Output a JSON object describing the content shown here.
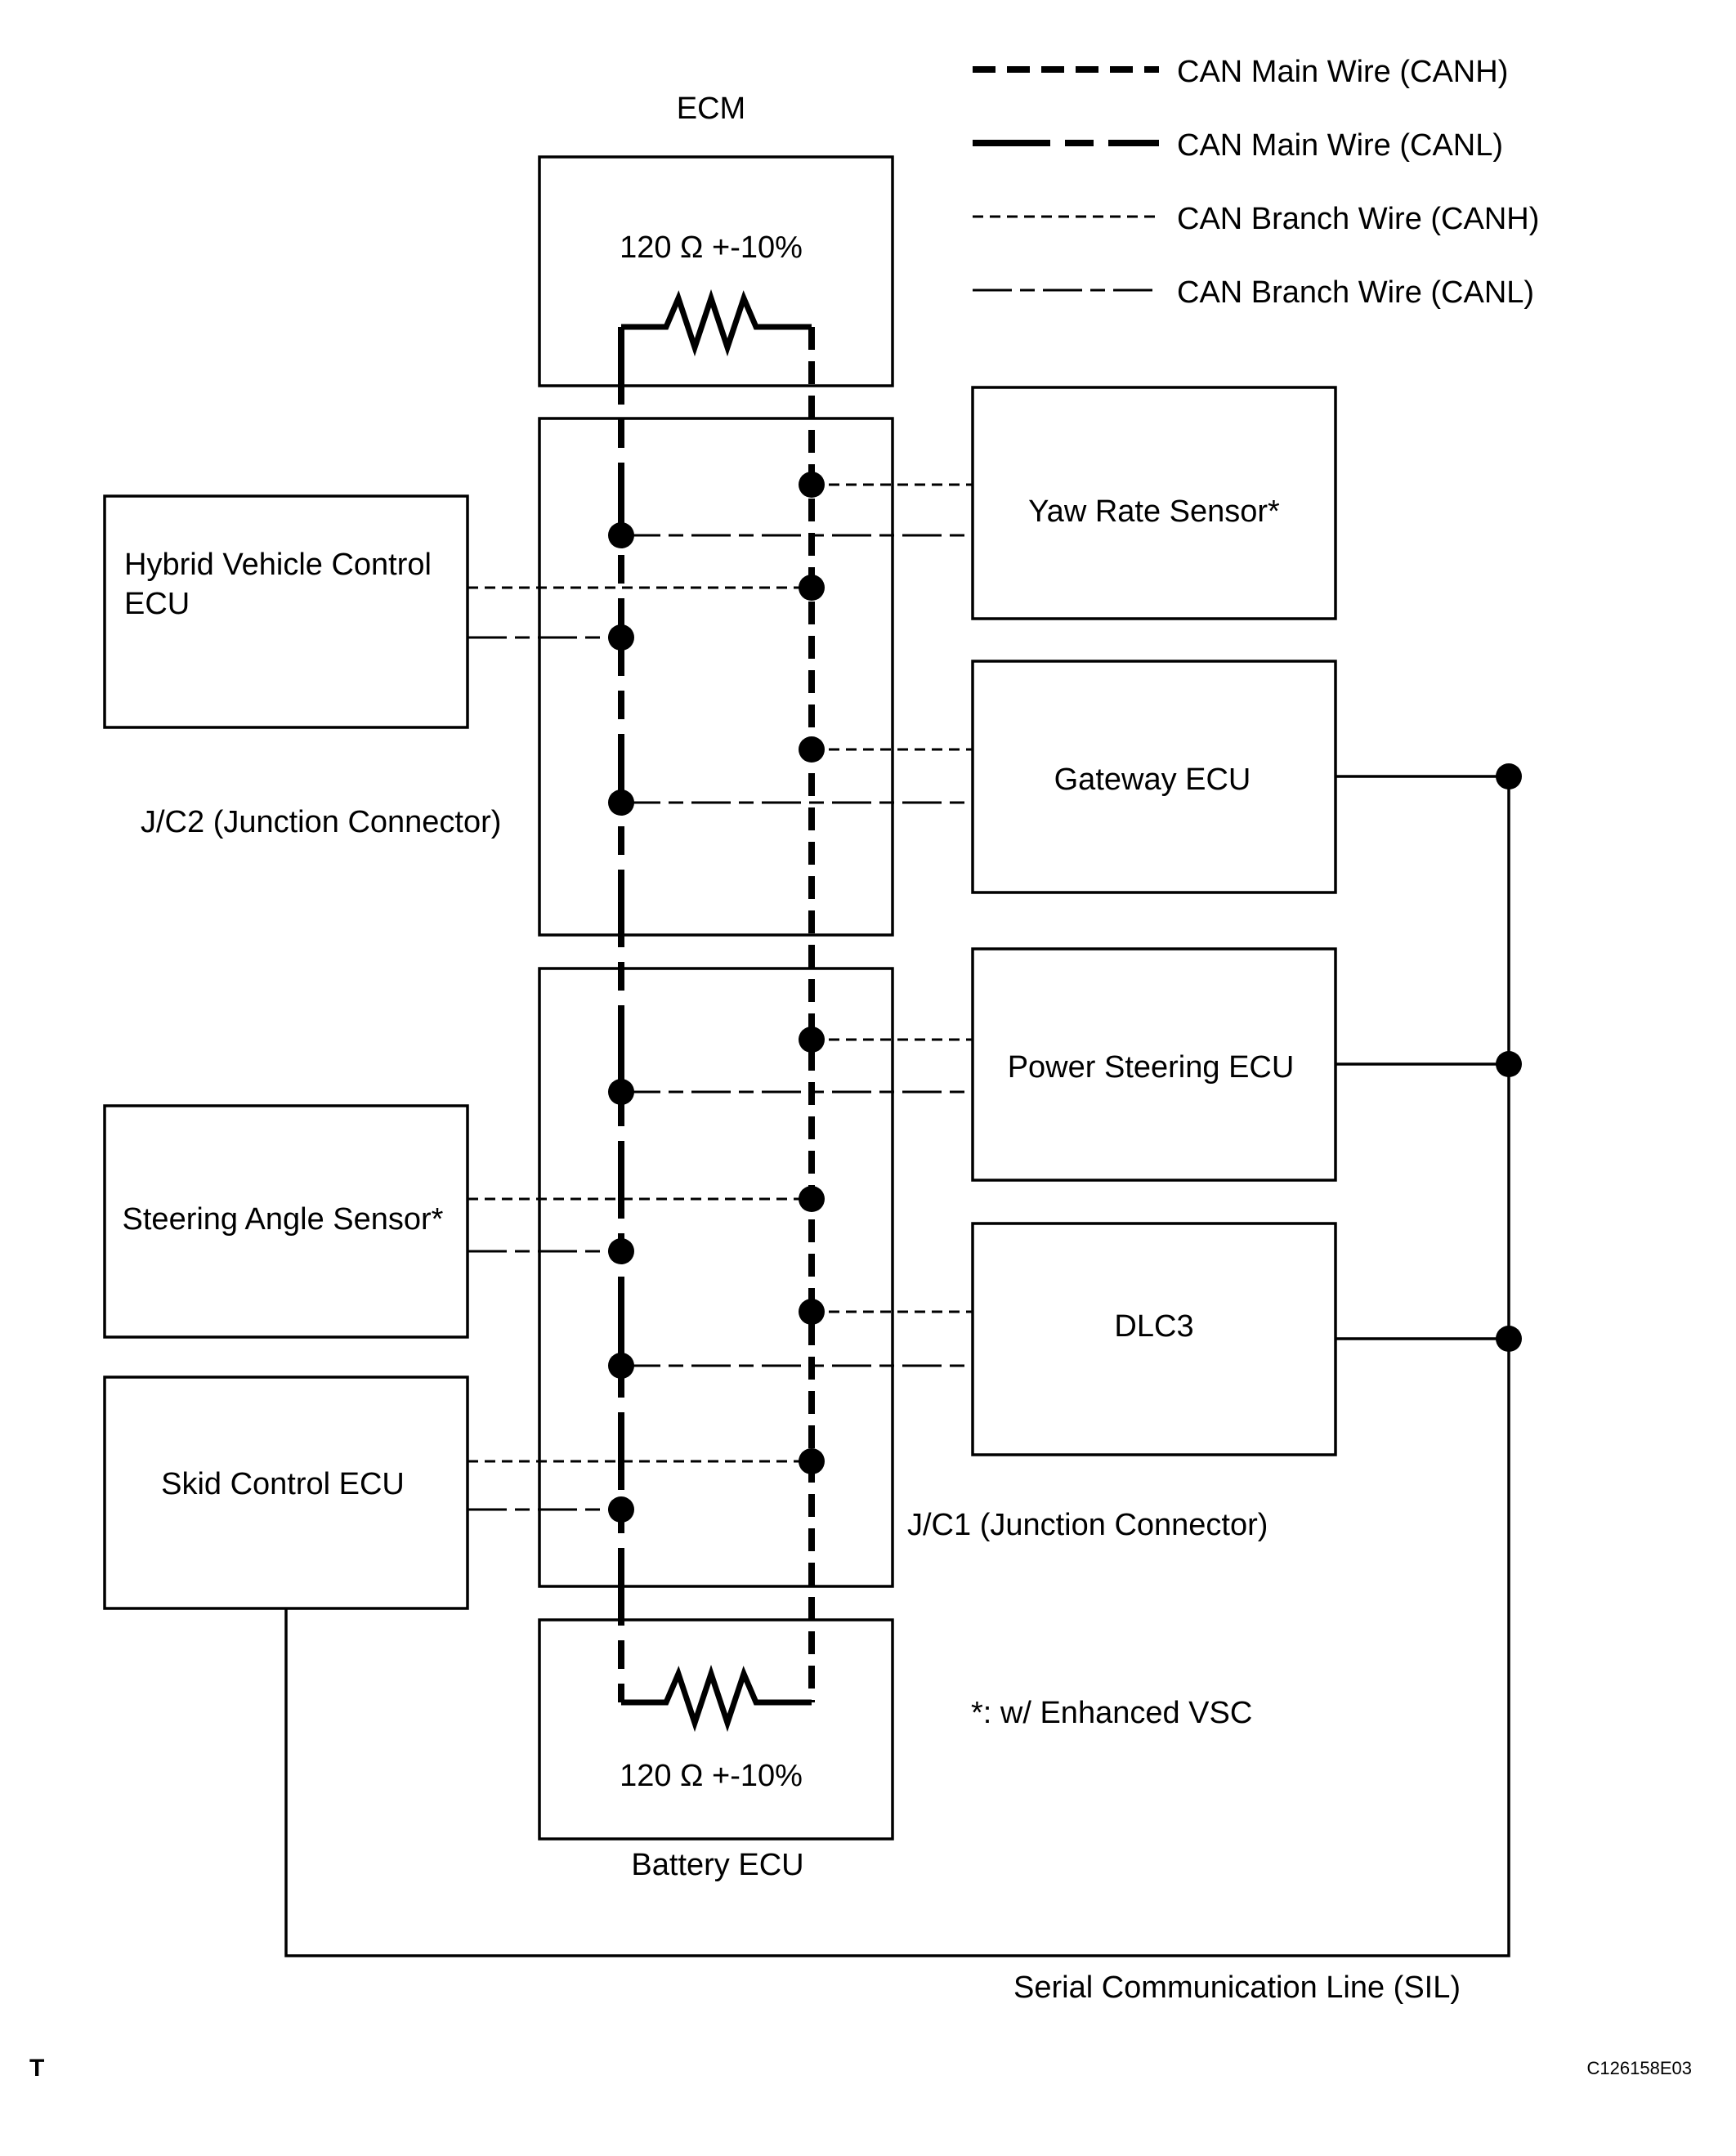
{
  "legend": [
    {
      "key": "canh_main",
      "label": "CAN Main Wire (CANH)"
    },
    {
      "key": "canl_main",
      "label": "CAN Main Wire (CANL)"
    },
    {
      "key": "canh_branch",
      "label": "CAN Branch Wire (CANH)"
    },
    {
      "key": "canl_branch",
      "label": "CAN Branch Wire (CANL)"
    }
  ],
  "components": {
    "ecm": "ECM",
    "ecm_resistor": "120 Ω +-10%",
    "battery_resistor": "120 Ω +-10%",
    "battery_ecu": "Battery ECU",
    "hybrid_line1": "Hybrid Vehicle Control",
    "hybrid_line2": "ECU",
    "jc2": "J/C2 (Junction Connector)",
    "jc1": "J/C1 (Junction Connector)",
    "steering_angle": "Steering Angle Sensor*",
    "skid": "Skid Control ECU",
    "yaw": "Yaw Rate Sensor*",
    "gateway": "Gateway ECU",
    "power_steering": "Power Steering ECU",
    "dlc3": "DLC3"
  },
  "notes": {
    "footnote": "*: w/ Enhanced VSC",
    "sil": "Serial Communication Line (SIL)",
    "corner_left": "T",
    "figure_code": "C126158E03"
  }
}
